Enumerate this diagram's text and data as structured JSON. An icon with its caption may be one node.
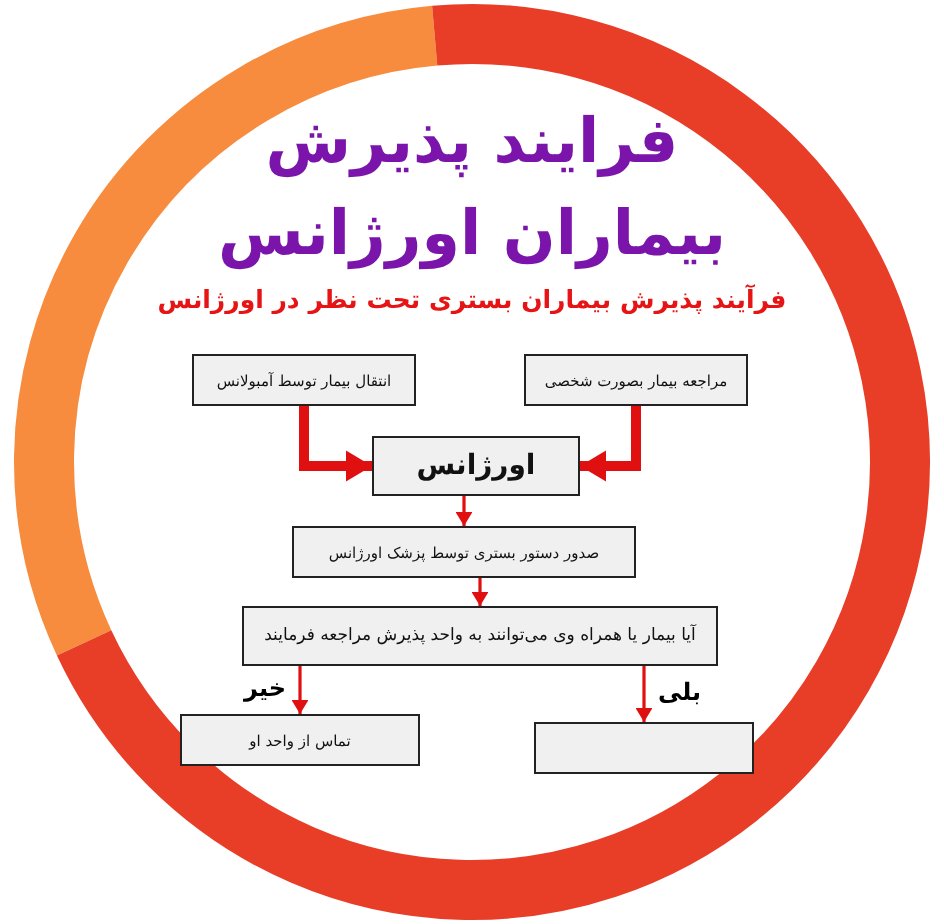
{
  "diagram": {
    "title": "فرایند پذیرش بیماران اورژانس",
    "nodes": [
      {
        "text": [
          "مراجعه بیمار بصورت شخصی"
        ]
      },
      {
        "text": [
          "انتقال بیمار توسط آمبولانس"
        ]
      },
      {
        "text": [
          "اورژانس"
        ]
      },
      {
        "text": [
          "صدور دستور بستری توسط پزشک اورژانس"
        ]
      },
      {
        "text": [
          "آیا بیمار یا همراه وی می‌توانند به واحد پذیرش مراجعه فرمایند"
        ]
      },
      {
        "text": [
          "تماس از واحد او"
        ]
      },
      {
        "text": [],
        "shape": "box"
      }
    ],
    "edges": [
      {
        "from": 0,
        "to": 2,
        "arrow": "to",
        "style": "thick"
      },
      {
        "from": 1,
        "to": 2,
        "arrow": "to",
        "style": "thick"
      },
      {
        "from": 2,
        "to": 3,
        "arrow": "to"
      },
      {
        "from": 3,
        "to": 4,
        "arrow": "to"
      },
      {
        "from": 4,
        "to": 5,
        "arrow": "to",
        "label": "خیر"
      },
      {
        "from": 4,
        "to": 6,
        "arrow": "to",
        "label": "بلی"
      }
    ],
    "labels": [
      "فرآیند پذیرش بیماران بستری تحت نظر در اورژانس"
    ]
  }
}
